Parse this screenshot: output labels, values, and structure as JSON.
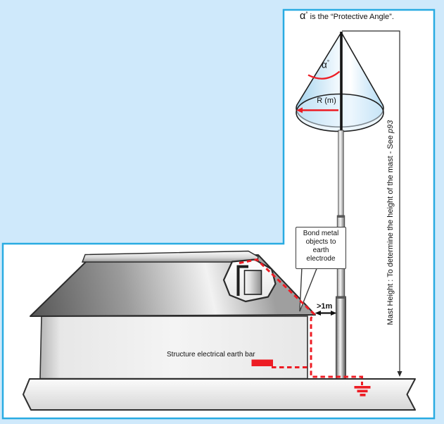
{
  "title_note": {
    "alpha": "α",
    "degree": "°",
    "rest": " is the “Protective Angle”."
  },
  "cone": {
    "angle_alpha": "α",
    "angle_degree": "°",
    "radius_label": "R (m)"
  },
  "mast_note": {
    "text": "Mast Height : To determine the height of the mast - See ",
    "page_ref": "p93"
  },
  "callout": {
    "text": "Bond metal objects to earth electrode"
  },
  "labels": {
    "clearance": ">1m",
    "earth_bar": "Structure electrical earth bar"
  },
  "colors": {
    "background": "#cfe9fb",
    "panel_border": "#29abe2",
    "panel_fill": "#ffffff",
    "bond_red": "#ed1c24",
    "cone_blue": "#bfe2f6",
    "outline_dark": "#333333"
  },
  "shapes": [
    "protective-angle-cone",
    "cone-base-ellipse",
    "lightning-mast",
    "house",
    "roof-ridge-cap",
    "dormer-opening",
    "roof-tank",
    "ground-ribbon",
    "bonding-conductor",
    "earth-electrode-symbol",
    "mast-height-dimension-line",
    "clearance-arrow",
    "radius-arrow",
    "angle-arc"
  ]
}
